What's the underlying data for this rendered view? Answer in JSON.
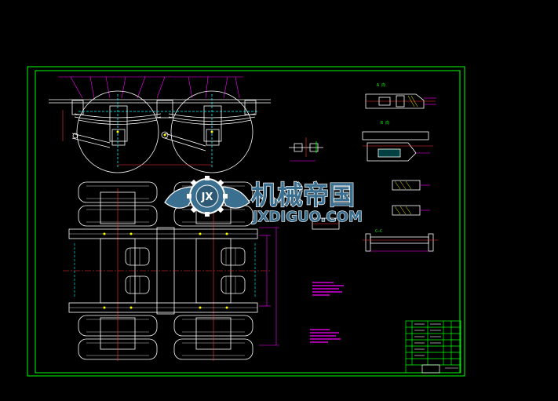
{
  "watermark": {
    "logo_letters": "JX",
    "chinese": "机械帝国",
    "domain": "JXDIGUO.COM"
  },
  "colors": {
    "background": "#000000",
    "frame": "#00ff00",
    "lines": "#ffffff",
    "dim": "#ff00ff",
    "center": "#ff3030",
    "hidden": "#00ffff",
    "yellow": "#ffff00",
    "watermark_fill": "#3a6f8f",
    "watermark_edge": "#ffffff"
  },
  "notes": {
    "detail_a_label": "A 向",
    "detail_b_label": "B 向",
    "section_label": "C—C"
  }
}
